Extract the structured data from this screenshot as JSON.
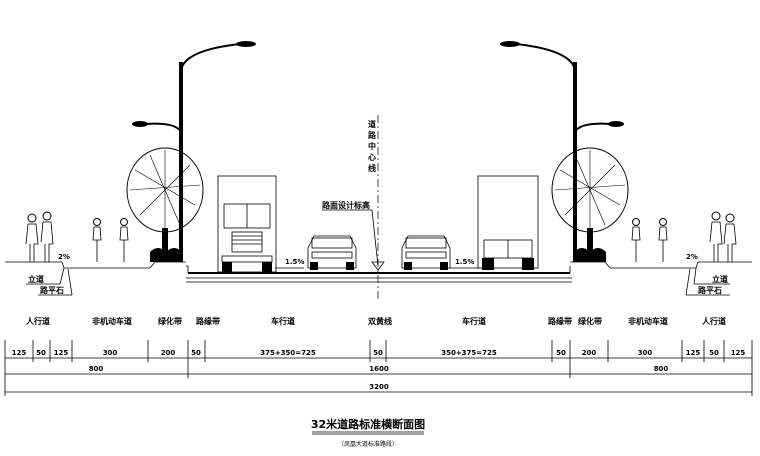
{
  "title": "32米道路标准横断面图",
  "subtitle": "（凤凰大道标准路段）",
  "centerline_label": "道路中心线",
  "design_elevation_label": "路面设计标高",
  "slopes": {
    "sidewalk": "2%",
    "carriageway": "1.5%"
  },
  "callouts": {
    "curb": "立道",
    "flat_stone": "路平石"
  },
  "sections": [
    "人行道",
    "非机动车道",
    "绿化带",
    "路缘带",
    "车行道",
    "双黄线",
    "车行道",
    "路缘带",
    "绿化带",
    "非机动车道",
    "人行道"
  ],
  "dims_row1": [
    "125",
    "50",
    "125",
    "300",
    "200",
    "50",
    "375+350=725",
    "50",
    "350+375=725",
    "50",
    "200",
    "300",
    "125",
    "50",
    "125"
  ],
  "dims_row2": [
    "800",
    "1600",
    "800"
  ],
  "dims_row3": [
    "3200"
  ]
}
